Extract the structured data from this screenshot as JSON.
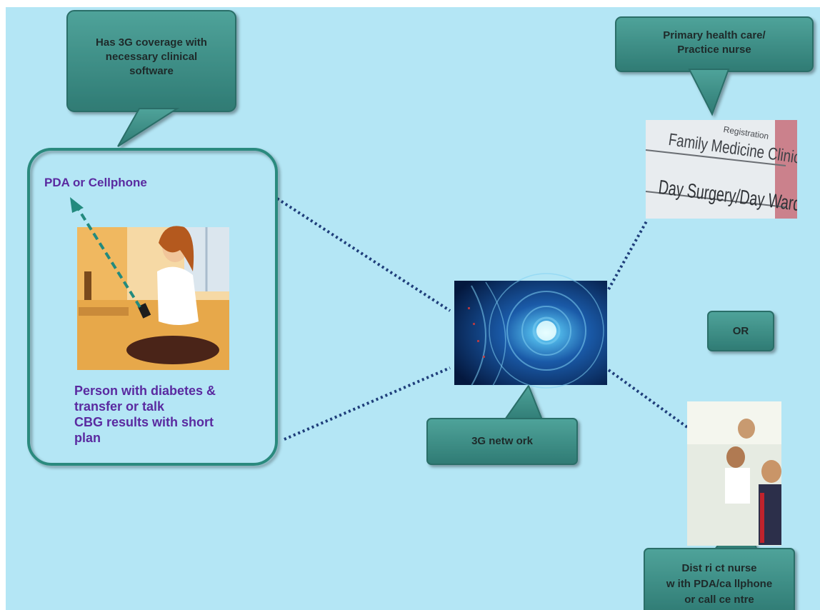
{
  "callouts": {
    "coverage": "Has 3G coverage with\nnecessary clinical\nsoftware",
    "primary_care": "Primary health care/\nPractice nurse",
    "or_label": "OR",
    "network": "3G netw ork",
    "district_nurse": "Dist ri ct nurse\nw ith PDA/ca llphone\nor call ce ntre"
  },
  "patient_panel": {
    "device_label": "PDA or Cellphone",
    "description": "Person with diabetes &\ntransfer or talk\nCBG results with short\nplan"
  },
  "clinic_sign": {
    "line1": "Family Medicine Clinic",
    "line2": "Day Surgery/Day Ward",
    "line3": "Registration"
  },
  "colors": {
    "background": "#b4e6f5",
    "callout_fill": "#3e8e86",
    "panel_border": "#2a8a7e",
    "connector": "#1f3e7a",
    "text_purple": "#5a2aa0"
  }
}
